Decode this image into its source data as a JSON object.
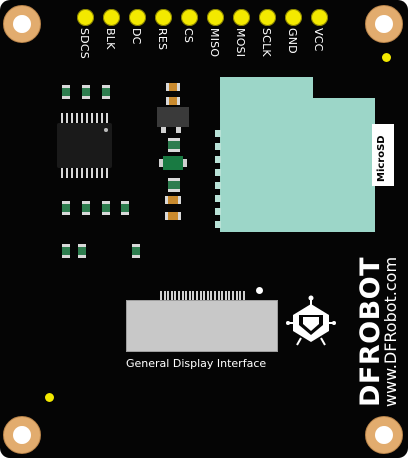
{
  "pins": [
    {
      "label": "SDCS"
    },
    {
      "label": "BLK"
    },
    {
      "label": "DC"
    },
    {
      "label": "RES"
    },
    {
      "label": "CS"
    },
    {
      "label": "MISO"
    },
    {
      "label": "MOSI"
    },
    {
      "label": "SCLK"
    },
    {
      "label": "GND"
    },
    {
      "label": "VCC"
    }
  ],
  "sd_slot": {
    "label": "MicroSD"
  },
  "connector": {
    "label": "General Display Interface"
  },
  "brand": {
    "name": "DFROBOT",
    "url": "www.DFRobot.com"
  },
  "colors": {
    "board": "#050505",
    "pin": "#f3e900",
    "hole": "#e2ac6e",
    "sd": "#9cd6c8",
    "connector": "#c8c8c8"
  }
}
